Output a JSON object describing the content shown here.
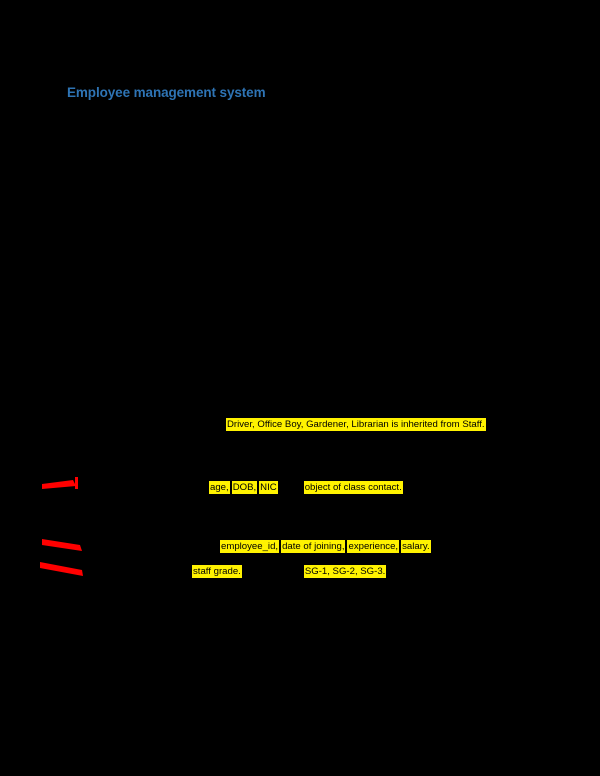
{
  "page": {
    "background_color": "#000000",
    "title_color": "#2E74B5",
    "highlight_color": "#FFF200",
    "marker_color": "#FF0000"
  },
  "heading": {
    "text": "Employee management system"
  },
  "annotations": {
    "inheritance_note": {
      "text": "Driver, Office Boy, Gardener, Librarian is inherited from Staff."
    },
    "person_attributes": {
      "attr_1": "age,",
      "attr_2": "DOB,",
      "attr_3": "NIC",
      "contact_note": "object of class contact."
    },
    "staff_attributes": {
      "attr_1": "employee_id,",
      "attr_2": "date of joining,",
      "attr_3": "experience,",
      "attr_4": "salary."
    },
    "grade_row": {
      "label": "staff grade.",
      "values": "SG-1, SG-2, SG-3."
    }
  },
  "marker_strokes": [
    {
      "name": "marker-stroke-1"
    },
    {
      "name": "marker-stroke-2"
    },
    {
      "name": "marker-stroke-3"
    }
  ]
}
